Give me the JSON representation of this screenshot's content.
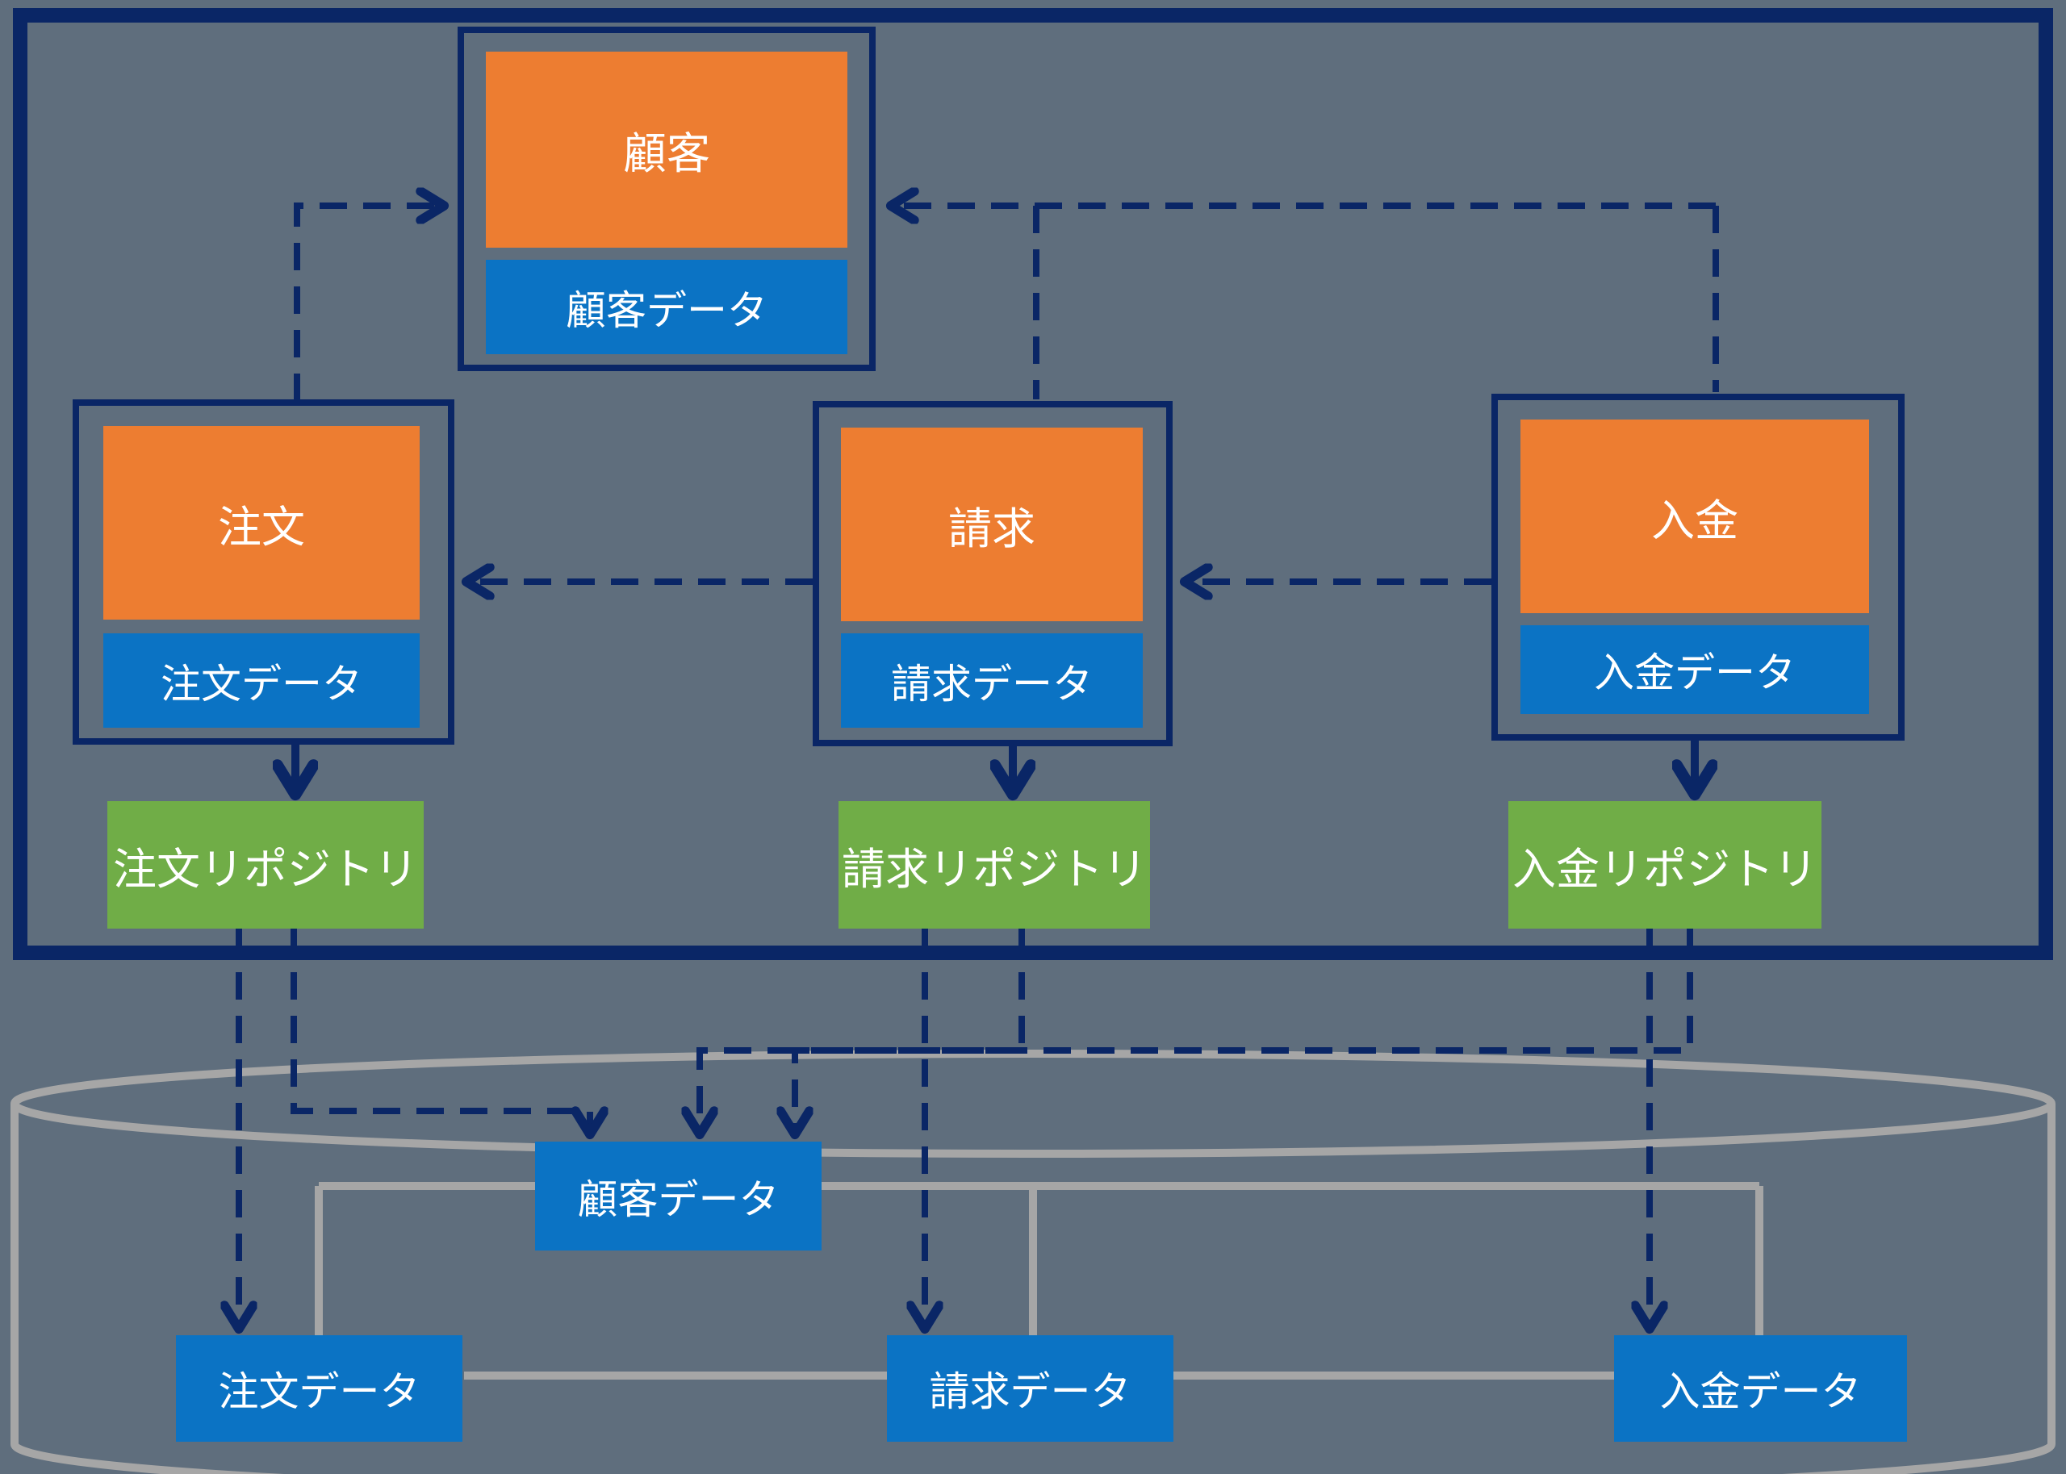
{
  "diagram": {
    "type": "domain-model-repository-diagram",
    "colors": {
      "background": "#5F6E7D",
      "navy": "#0A2666",
      "orange": "#ED7D31",
      "blue": "#0B73C4",
      "green": "#70AD47",
      "gray": "#A6A6A6",
      "text": "#FFFFFF"
    },
    "contexts": {
      "customer": {
        "entity": "顧客",
        "data": "顧客データ"
      },
      "order": {
        "entity": "注文",
        "data": "注文データ",
        "repository": "注文リポジトリ"
      },
      "billing": {
        "entity": "請求",
        "data": "請求データ",
        "repository": "請求リポジトリ"
      },
      "payment": {
        "entity": "入金",
        "data": "入金データ",
        "repository": "入金リポジトリ"
      }
    },
    "database": {
      "customer_data": "顧客データ",
      "order_data": "注文データ",
      "billing_data": "請求データ",
      "payment_data": "入金データ"
    }
  }
}
